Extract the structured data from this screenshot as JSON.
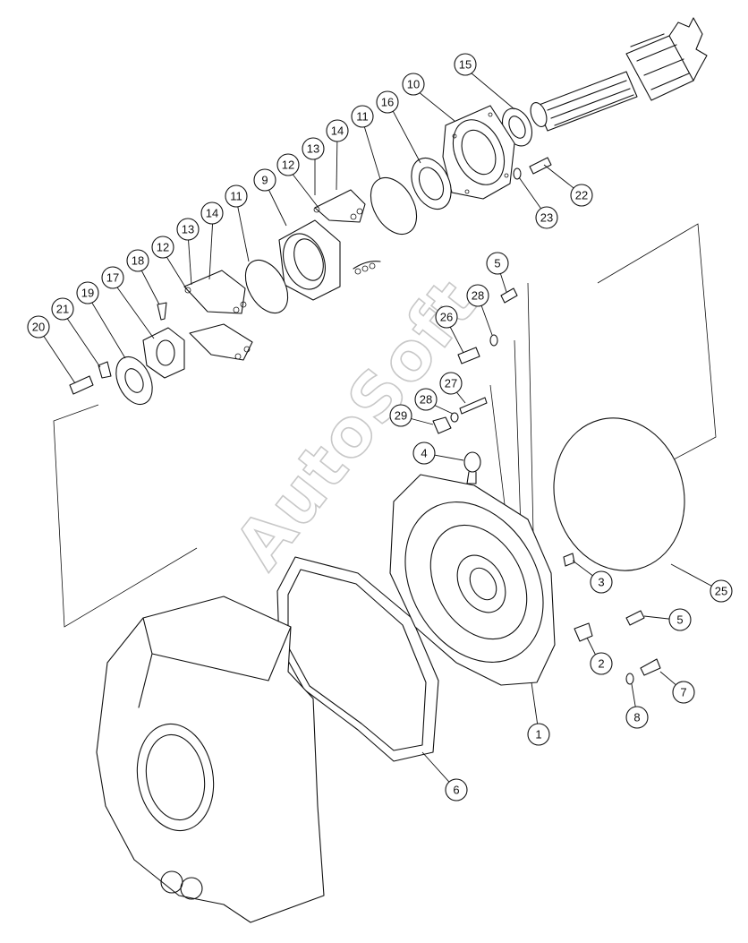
{
  "watermark": "AutoSoft",
  "callouts": [
    {
      "n": "15"
    },
    {
      "n": "10"
    },
    {
      "n": "16"
    },
    {
      "n": "11"
    },
    {
      "n": "14"
    },
    {
      "n": "13"
    },
    {
      "n": "12"
    },
    {
      "n": "9"
    },
    {
      "n": "11"
    },
    {
      "n": "14"
    },
    {
      "n": "13"
    },
    {
      "n": "12"
    },
    {
      "n": "18"
    },
    {
      "n": "17"
    },
    {
      "n": "19"
    },
    {
      "n": "21"
    },
    {
      "n": "20"
    },
    {
      "n": "22"
    },
    {
      "n": "23"
    },
    {
      "n": "5"
    },
    {
      "n": "28"
    },
    {
      "n": "26"
    },
    {
      "n": "27"
    },
    {
      "n": "28"
    },
    {
      "n": "29"
    },
    {
      "n": "4"
    },
    {
      "n": "3"
    },
    {
      "n": "25"
    },
    {
      "n": "5"
    },
    {
      "n": "2"
    },
    {
      "n": "7"
    },
    {
      "n": "8"
    },
    {
      "n": "1"
    },
    {
      "n": "6"
    }
  ]
}
